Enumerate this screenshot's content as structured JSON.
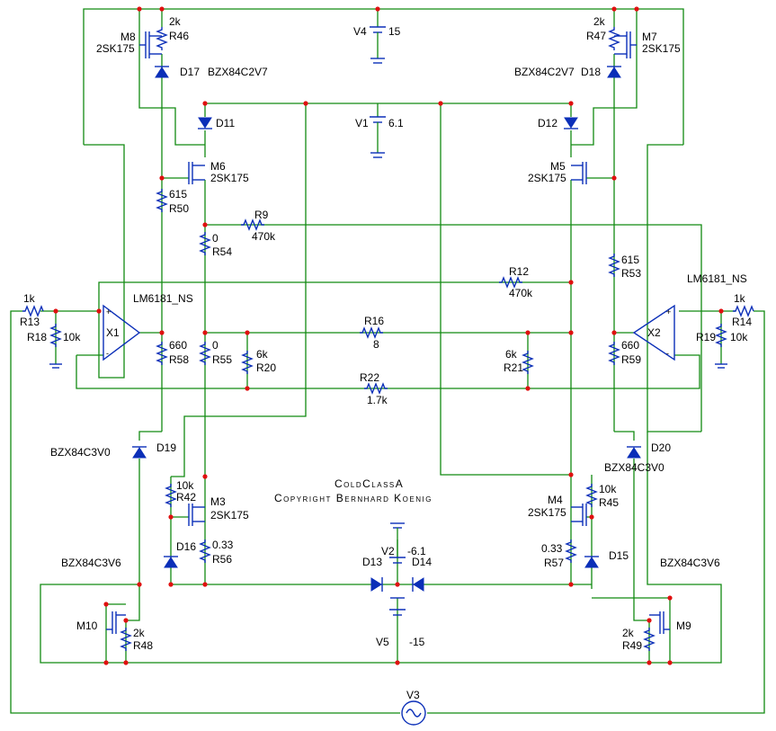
{
  "title": {
    "line1": "ColdClassA",
    "line2": "Copyright Bernhard Koenig"
  },
  "colors": {
    "wire": "#128a12",
    "component": "#0b2fb8",
    "junction": "#e01010",
    "text": "#000000"
  },
  "components": {
    "V4": {
      "ref": "V4",
      "value": "15"
    },
    "V1": {
      "ref": "V1",
      "value": "6.1"
    },
    "V2": {
      "ref": "V2",
      "value": "-6.1"
    },
    "V5": {
      "ref": "V5",
      "value": "-15"
    },
    "V3": {
      "ref": "V3"
    },
    "M8": {
      "ref": "M8",
      "value": "2SK175"
    },
    "M7": {
      "ref": "M7",
      "value": "2SK175"
    },
    "M6": {
      "ref": "M6",
      "value": "2SK175"
    },
    "M5": {
      "ref": "M5",
      "value": "2SK175"
    },
    "M3": {
      "ref": "M3",
      "value": "2SK175"
    },
    "M4": {
      "ref": "M4",
      "value": "2SK175"
    },
    "M10": {
      "ref": "M10"
    },
    "M9": {
      "ref": "M9"
    },
    "R46": {
      "ref": "R46",
      "value": "2k"
    },
    "R47": {
      "ref": "R47",
      "value": "2k"
    },
    "R50": {
      "ref": "R50",
      "value": "615"
    },
    "R53": {
      "ref": "R53",
      "value": "615"
    },
    "R54": {
      "ref": "R54",
      "value": "0"
    },
    "R55": {
      "ref": "R55",
      "value": "0"
    },
    "R9": {
      "ref": "R9",
      "value": "470k"
    },
    "R12": {
      "ref": "R12",
      "value": "470k"
    },
    "R16": {
      "ref": "R16",
      "value": "8"
    },
    "R22": {
      "ref": "R22",
      "value": "1.7k"
    },
    "R20": {
      "ref": "R20",
      "value": "6k"
    },
    "R21": {
      "ref": "R21",
      "value": "6k"
    },
    "R58": {
      "ref": "R58",
      "value": "660"
    },
    "R59": {
      "ref": "R59",
      "value": "660"
    },
    "R13": {
      "ref": "R13",
      "value": "1k"
    },
    "R14": {
      "ref": "R14",
      "value": "1k"
    },
    "R18": {
      "ref": "R18",
      "value": "10k"
    },
    "R19": {
      "ref": "R19",
      "value": "10k"
    },
    "R42": {
      "ref": "R42",
      "value": "10k"
    },
    "R45": {
      "ref": "R45",
      "value": "10k"
    },
    "R56": {
      "ref": "R56",
      "value": "0.33"
    },
    "R57": {
      "ref": "R57",
      "value": "0.33"
    },
    "R48": {
      "ref": "R48",
      "value": "2k"
    },
    "R49": {
      "ref": "R49",
      "value": "2k"
    },
    "X1": {
      "ref": "X1",
      "value": "LM6181_NS"
    },
    "X2": {
      "ref": "X2",
      "value": "LM6181_NS"
    },
    "D17": {
      "ref": "D17",
      "value": "BZX84C2V7"
    },
    "D18": {
      "ref": "D18",
      "value": "BZX84C2V7"
    },
    "D11": {
      "ref": "D11"
    },
    "D12": {
      "ref": "D12"
    },
    "D19": {
      "ref": "D19",
      "value": "BZX84C3V0"
    },
    "D20": {
      "ref": "D20",
      "value": "BZX84C3V0"
    },
    "D16": {
      "ref": "D16",
      "value": "BZX84C3V6"
    },
    "D15": {
      "ref": "D15",
      "value": "BZX84C3V6"
    },
    "D13": {
      "ref": "D13"
    },
    "D14": {
      "ref": "D14"
    }
  }
}
